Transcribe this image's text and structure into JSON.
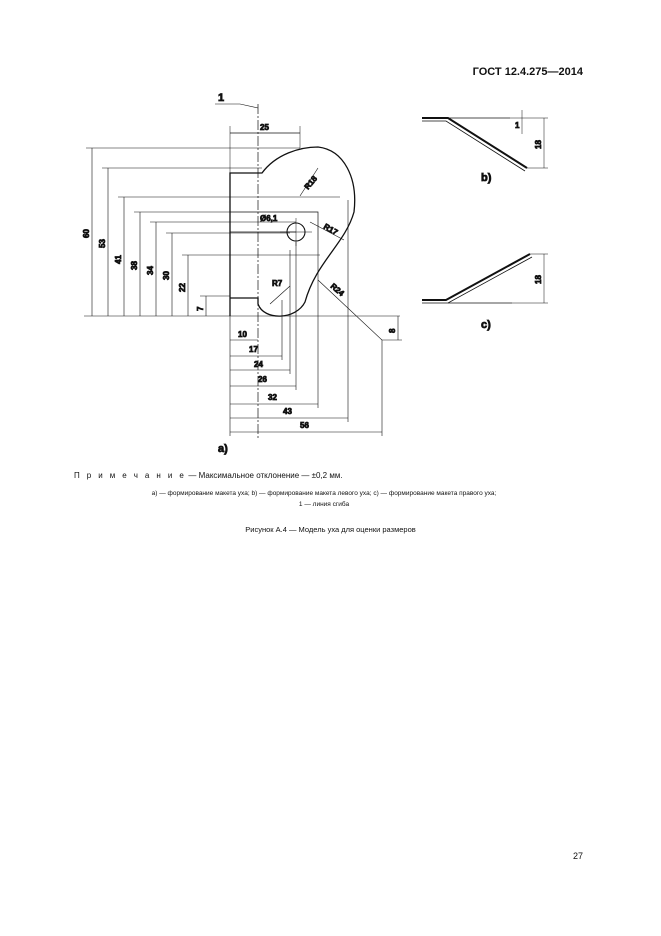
{
  "header": {
    "standard": "ГОСТ 12.4.275—2014"
  },
  "figure": {
    "labels": {
      "a": "а)",
      "b": "b)",
      "c": "c)",
      "fold": "1"
    },
    "dims_vertical": [
      "60",
      "53",
      "41",
      "38",
      "34",
      "30",
      "22",
      "7",
      "8"
    ],
    "dims_horizontal": [
      "25",
      "10",
      "17",
      "24",
      "26",
      "32",
      "43",
      "56"
    ],
    "radii": [
      "R18",
      "R17",
      "R7",
      "R24"
    ],
    "hole": "Ø6,1",
    "side_dims": {
      "b_height": "18",
      "b_small": "1",
      "c_height": "18"
    }
  },
  "note": {
    "prefix": "П р и м е ч а н и е",
    "text": " — Максимальное отклонение — ±0,2 мм."
  },
  "legend": {
    "line1": "а) — формирование макета уха; b) — формирование макета левого уха; c) — формирование макета правого уха;",
    "line2": "1 — линия сгиба"
  },
  "caption": "Рисунок А.4 — Модель уха для оценки размеров",
  "page_number": "27"
}
